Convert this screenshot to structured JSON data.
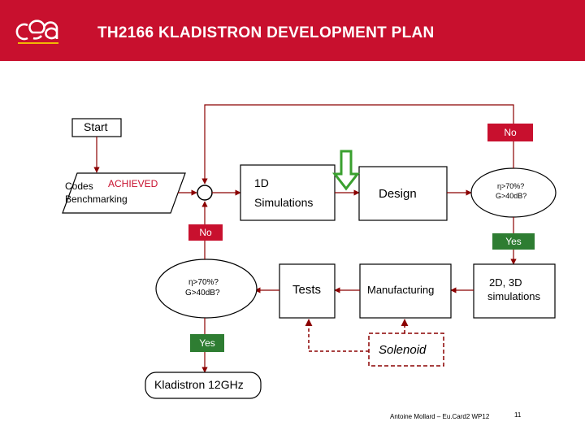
{
  "header": {
    "logo_text": "cea",
    "title": "TH2166 KLADISTRON DEVELOPMENT PLAN",
    "bg_color": "#c8102e"
  },
  "nodes": {
    "start": "Start",
    "codes_label": "Codes",
    "codes_status": "ACHIEVED",
    "benchmarking": "Benchmarking",
    "sim_1d_line1": "1D",
    "sim_1d_line2": "Simulations",
    "design": "Design",
    "decision_top_line1": "η>70%?",
    "decision_top_line2": "G>40dB?",
    "decision_left_line1": "η>70%?",
    "decision_left_line2": "G>40dB?",
    "tests": "Tests",
    "manufacturing": "Manufacturing",
    "sim_2d3d_line1": "2D, 3D",
    "sim_2d3d_line2": "simulations",
    "solenoid": "Solenoid",
    "kladistron": "Kladistron 12GHz"
  },
  "badges": {
    "no_top": "No",
    "no_left": "No",
    "yes_right": "Yes",
    "yes_left": "Yes"
  },
  "colors": {
    "red": "#c8102e",
    "green": "#2e7d32",
    "dark_red": "#8b0000",
    "arrow_green": "#3aa02f"
  },
  "footer": {
    "author": "Antoine Mollard – Eu.Card2 WP12",
    "page": "11"
  }
}
